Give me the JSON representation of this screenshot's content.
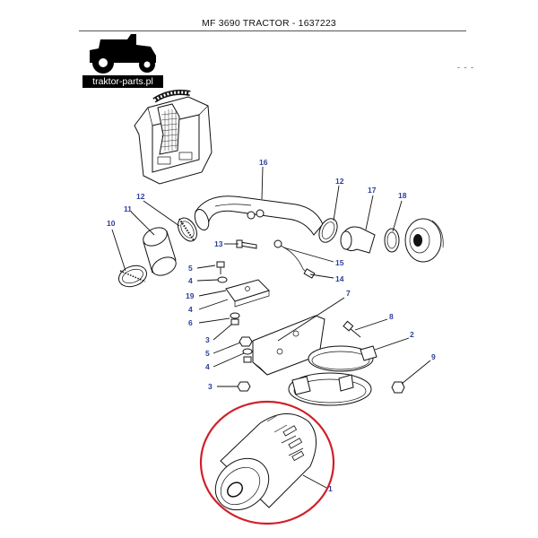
{
  "header": {
    "title": "MF 3690 TRACTOR - 1637223",
    "logo_text": "traktor-parts.pl",
    "mark": "- - -"
  },
  "callouts": {
    "c1": "1",
    "c2": "2",
    "c3a": "3",
    "c3b": "3",
    "c4a": "4",
    "c4b": "4",
    "c4c": "4",
    "c5a": "5",
    "c5b": "5",
    "c6": "6",
    "c7": "7",
    "c8": "8",
    "c9": "9",
    "c10": "10",
    "c11": "11",
    "c12a": "12",
    "c12b": "12",
    "c13": "13",
    "c14": "14",
    "c15": "15",
    "c16": "16",
    "c17": "17",
    "c18": "18",
    "c19": "19"
  },
  "colors": {
    "callout": "#2b3f9b",
    "highlight_circle": "#d0202a",
    "line": "#111111"
  }
}
